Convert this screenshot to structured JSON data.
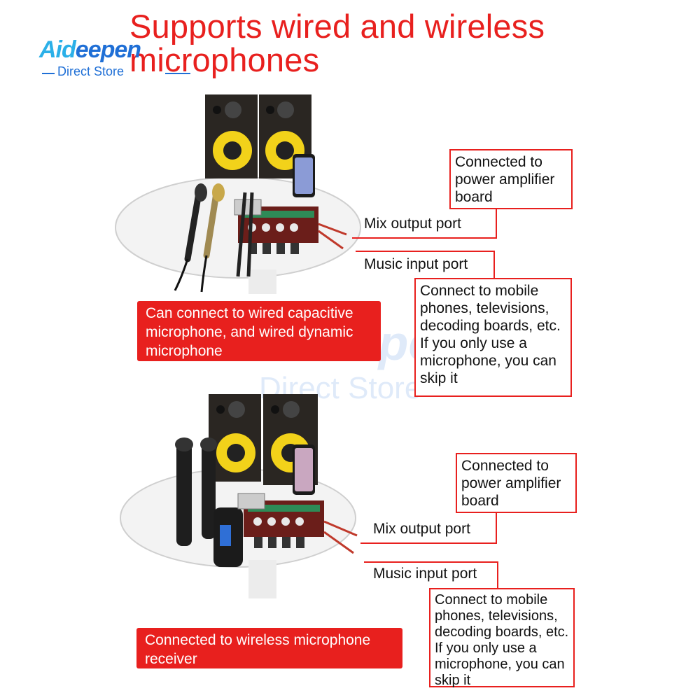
{
  "header": {
    "title": "Supports wired and wireless microphones"
  },
  "logo": {
    "brand_main": "Aid",
    "brand_rest": "eepen",
    "store": "Direct Store"
  },
  "watermark": {
    "brand": "Aideepen",
    "store": "Direct Store"
  },
  "section_wired": {
    "power_label": "Connected to power amplifier board",
    "mix_label": "Mix output port",
    "music_label": "Music input port",
    "connect_label": "Connect to mobile phones, televisions, decoding boards, etc. If you only use a microphone, you can skip it",
    "caption": "Can connect to wired capacitive microphone, and wired dynamic microphone"
  },
  "section_wireless": {
    "power_label": "Connected to power amplifier board",
    "mix_label": "Mix output port",
    "music_label": "Music input port",
    "connect_label": "Connect to mobile phones, televisions, decoding boards, etc. If you only use a microphone, you can skip it",
    "caption": "Connected to wireless microphone receiver"
  },
  "colors": {
    "accent": "#e8201e",
    "brand_blue": "#1f6fd6",
    "speaker_cone": "#f2d21a"
  }
}
